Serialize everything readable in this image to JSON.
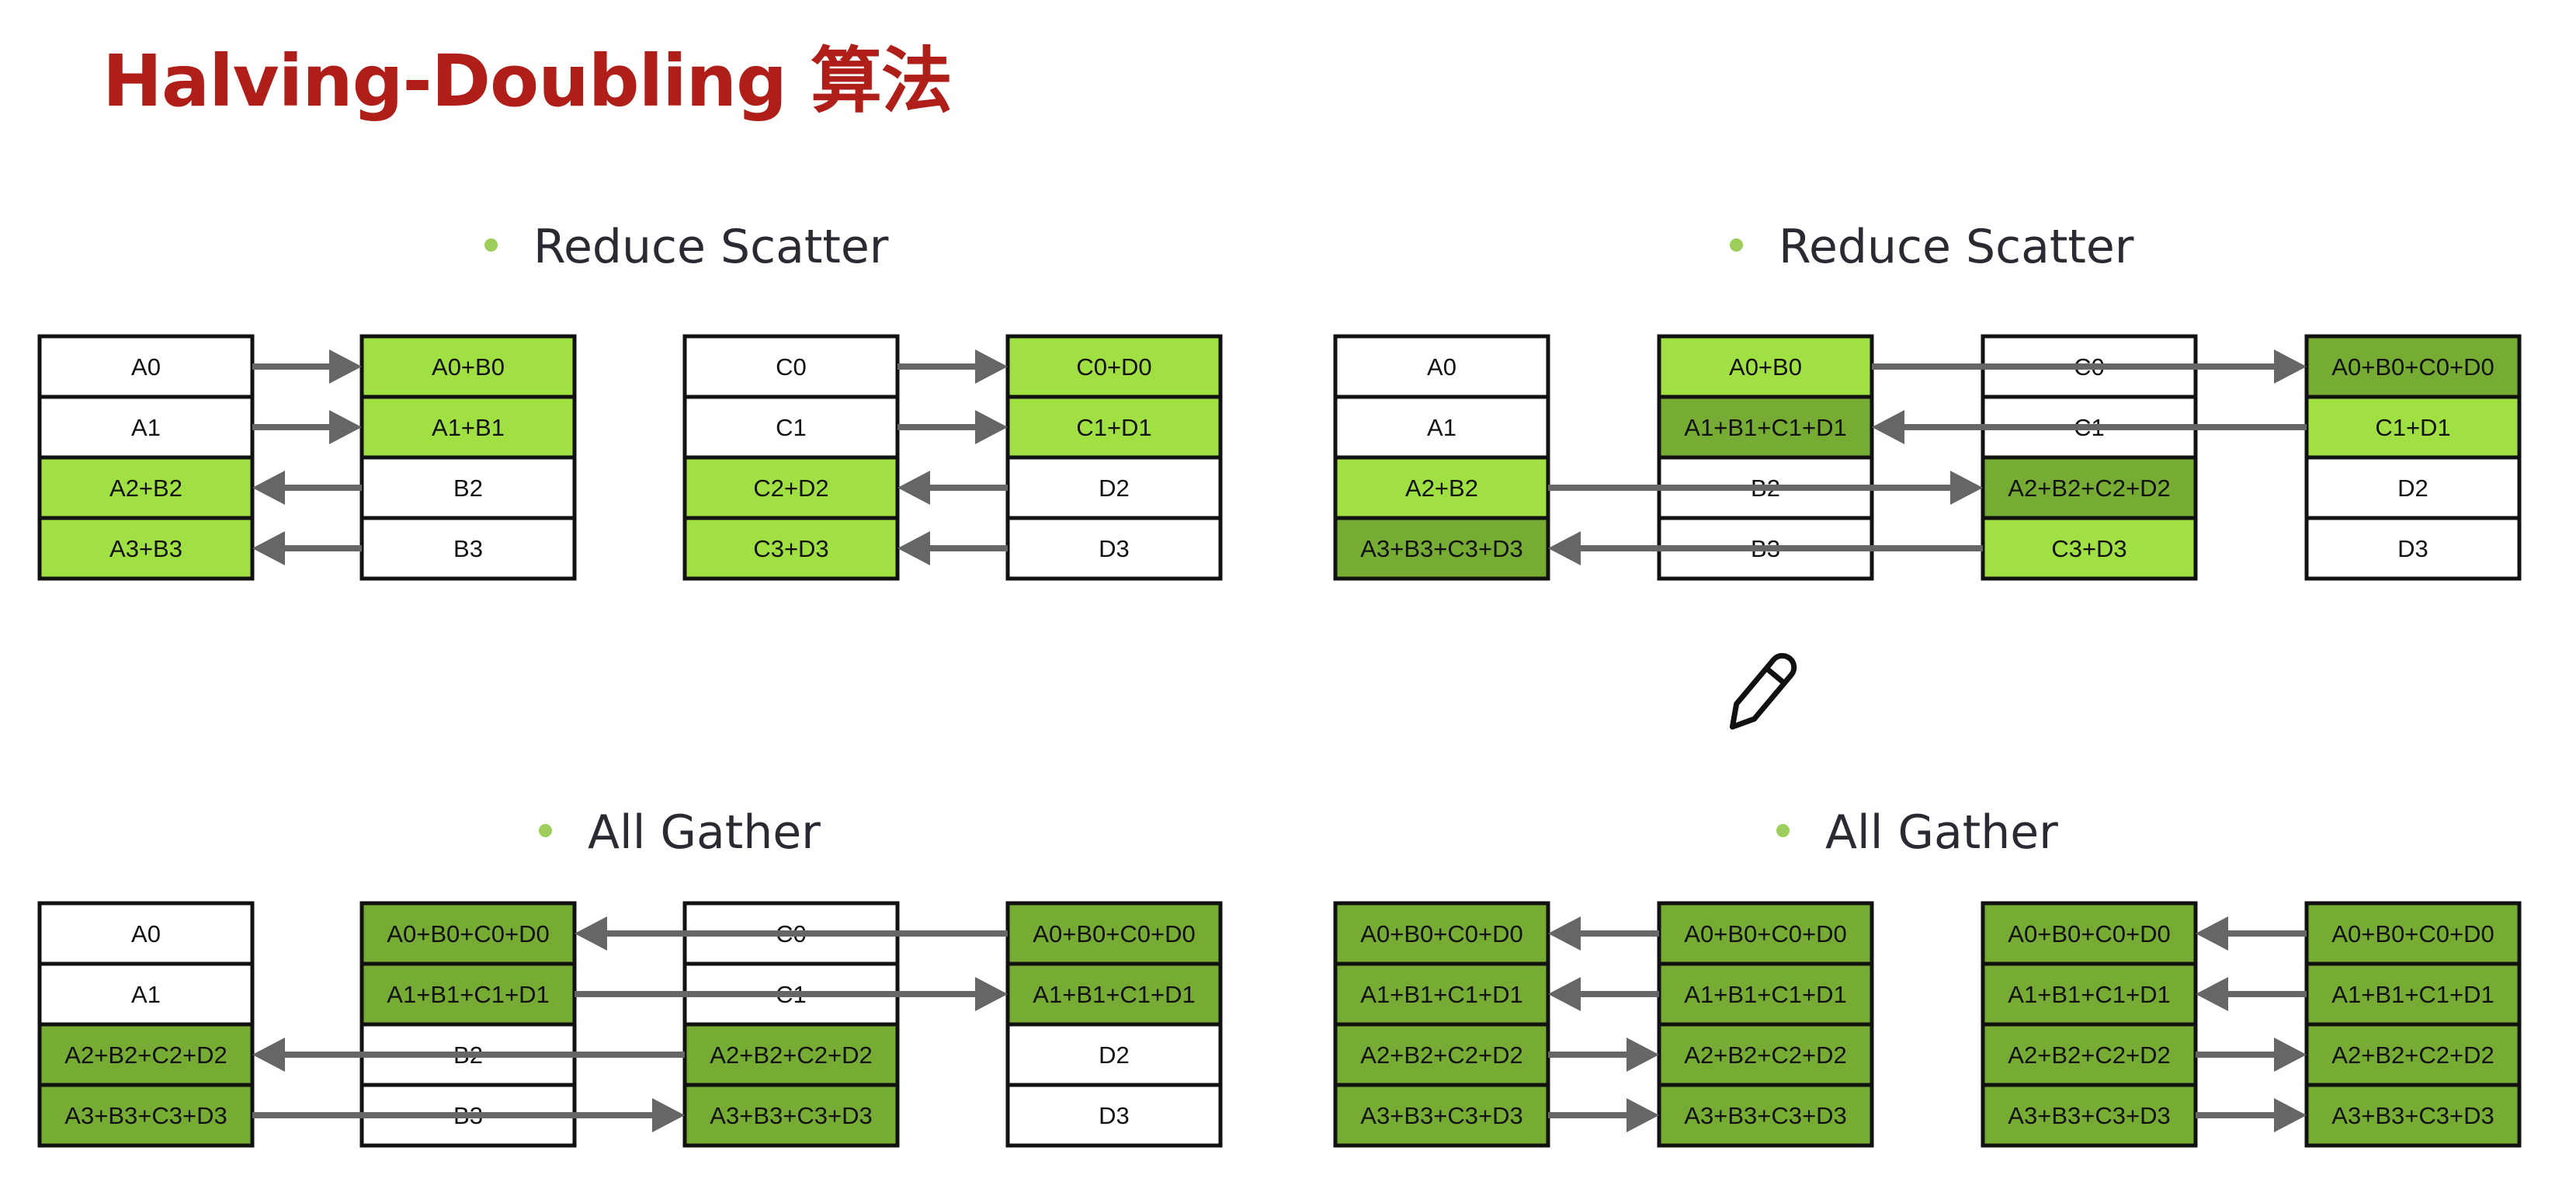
{
  "title": "Halving-Doubling 算法",
  "colors": {
    "title": "#b01e1a",
    "bullet": "#9dcd5a",
    "heading_text": "#2a2a33",
    "white": "#ffffff",
    "light_green": "#a1e043",
    "dark_green": "#76ac34",
    "border": "#111111",
    "arrow": "#666666"
  },
  "panels": [
    {
      "id": "reduce-scatter-step1",
      "heading": "Reduce Scatter",
      "columns": [
        {
          "cells": [
            {
              "text": "A0",
              "fill": "white"
            },
            {
              "text": "A1",
              "fill": "white"
            },
            {
              "text": "A2+B2",
              "fill": "light_green"
            },
            {
              "text": "A3+B3",
              "fill": "light_green"
            }
          ]
        },
        {
          "cells": [
            {
              "text": "A0+B0",
              "fill": "light_green"
            },
            {
              "text": "A1+B1",
              "fill": "light_green"
            },
            {
              "text": "B2",
              "fill": "white"
            },
            {
              "text": "B3",
              "fill": "white"
            }
          ]
        },
        {
          "cells": [
            {
              "text": "C0",
              "fill": "white"
            },
            {
              "text": "C1",
              "fill": "white"
            },
            {
              "text": "C2+D2",
              "fill": "light_green"
            },
            {
              "text": "C3+D3",
              "fill": "light_green"
            }
          ]
        },
        {
          "cells": [
            {
              "text": "C0+D0",
              "fill": "light_green"
            },
            {
              "text": "C1+D1",
              "fill": "light_green"
            },
            {
              "text": "D2",
              "fill": "white"
            },
            {
              "text": "D3",
              "fill": "white"
            }
          ]
        }
      ],
      "arrows": [
        {
          "from": 0,
          "to": 1,
          "row": 0
        },
        {
          "from": 0,
          "to": 1,
          "row": 1
        },
        {
          "from": 1,
          "to": 0,
          "row": 2
        },
        {
          "from": 1,
          "to": 0,
          "row": 3
        },
        {
          "from": 2,
          "to": 3,
          "row": 0
        },
        {
          "from": 2,
          "to": 3,
          "row": 1
        },
        {
          "from": 3,
          "to": 2,
          "row": 2
        },
        {
          "from": 3,
          "to": 2,
          "row": 3
        }
      ]
    },
    {
      "id": "reduce-scatter-step2",
      "heading": "Reduce Scatter",
      "columns": [
        {
          "cells": [
            {
              "text": "A0",
              "fill": "white"
            },
            {
              "text": "A1",
              "fill": "white"
            },
            {
              "text": "A2+B2",
              "fill": "light_green"
            },
            {
              "text": "A3+B3+C3+D3",
              "fill": "dark_green"
            }
          ]
        },
        {
          "cells": [
            {
              "text": "A0+B0",
              "fill": "light_green"
            },
            {
              "text": "A1+B1+C1+D1",
              "fill": "dark_green"
            },
            {
              "text": "B2",
              "fill": "white"
            },
            {
              "text": "B3",
              "fill": "white"
            }
          ]
        },
        {
          "cells": [
            {
              "text": "C0",
              "fill": "white"
            },
            {
              "text": "C1",
              "fill": "white"
            },
            {
              "text": "A2+B2+C2+D2",
              "fill": "dark_green"
            },
            {
              "text": "C3+D3",
              "fill": "light_green"
            }
          ]
        },
        {
          "cells": [
            {
              "text": "A0+B0+C0+D0",
              "fill": "dark_green"
            },
            {
              "text": "C1+D1",
              "fill": "light_green"
            },
            {
              "text": "D2",
              "fill": "white"
            },
            {
              "text": "D3",
              "fill": "white"
            }
          ]
        }
      ],
      "arrows": [
        {
          "from": 1,
          "to": 3,
          "row": 0
        },
        {
          "from": 3,
          "to": 1,
          "row": 1
        },
        {
          "from": 0,
          "to": 2,
          "row": 2
        },
        {
          "from": 2,
          "to": 0,
          "row": 3
        }
      ]
    },
    {
      "id": "all-gather-step1",
      "heading": "All Gather",
      "columns": [
        {
          "cells": [
            {
              "text": "A0",
              "fill": "white"
            },
            {
              "text": "A1",
              "fill": "white"
            },
            {
              "text": "A2+B2+C2+D2",
              "fill": "dark_green"
            },
            {
              "text": "A3+B3+C3+D3",
              "fill": "dark_green"
            }
          ]
        },
        {
          "cells": [
            {
              "text": "A0+B0+C0+D0",
              "fill": "dark_green"
            },
            {
              "text": "A1+B1+C1+D1",
              "fill": "dark_green"
            },
            {
              "text": "B2",
              "fill": "white"
            },
            {
              "text": "B3",
              "fill": "white"
            }
          ]
        },
        {
          "cells": [
            {
              "text": "C0",
              "fill": "white"
            },
            {
              "text": "C1",
              "fill": "white"
            },
            {
              "text": "A2+B2+C2+D2",
              "fill": "dark_green"
            },
            {
              "text": "A3+B3+C3+D3",
              "fill": "dark_green"
            }
          ]
        },
        {
          "cells": [
            {
              "text": "A0+B0+C0+D0",
              "fill": "dark_green"
            },
            {
              "text": "A1+B1+C1+D1",
              "fill": "dark_green"
            },
            {
              "text": "D2",
              "fill": "white"
            },
            {
              "text": "D3",
              "fill": "white"
            }
          ]
        }
      ],
      "arrows": [
        {
          "from": 3,
          "to": 1,
          "row": 0
        },
        {
          "from": 1,
          "to": 3,
          "row": 1
        },
        {
          "from": 2,
          "to": 0,
          "row": 2
        },
        {
          "from": 0,
          "to": 2,
          "row": 3
        }
      ]
    },
    {
      "id": "all-gather-step2",
      "heading": "All Gather",
      "columns": [
        {
          "cells": [
            {
              "text": "A0+B0+C0+D0",
              "fill": "dark_green"
            },
            {
              "text": "A1+B1+C1+D1",
              "fill": "dark_green"
            },
            {
              "text": "A2+B2+C2+D2",
              "fill": "dark_green"
            },
            {
              "text": "A3+B3+C3+D3",
              "fill": "dark_green"
            }
          ]
        },
        {
          "cells": [
            {
              "text": "A0+B0+C0+D0",
              "fill": "dark_green"
            },
            {
              "text": "A1+B1+C1+D1",
              "fill": "dark_green"
            },
            {
              "text": "A2+B2+C2+D2",
              "fill": "dark_green"
            },
            {
              "text": "A3+B3+C3+D3",
              "fill": "dark_green"
            }
          ]
        },
        {
          "cells": [
            {
              "text": "A0+B0+C0+D0",
              "fill": "dark_green"
            },
            {
              "text": "A1+B1+C1+D1",
              "fill": "dark_green"
            },
            {
              "text": "A2+B2+C2+D2",
              "fill": "dark_green"
            },
            {
              "text": "A3+B3+C3+D3",
              "fill": "dark_green"
            }
          ]
        },
        {
          "cells": [
            {
              "text": "A0+B0+C0+D0",
              "fill": "dark_green"
            },
            {
              "text": "A1+B1+C1+D1",
              "fill": "dark_green"
            },
            {
              "text": "A2+B2+C2+D2",
              "fill": "dark_green"
            },
            {
              "text": "A3+B3+C3+D3",
              "fill": "dark_green"
            }
          ]
        }
      ],
      "arrows": [
        {
          "from": 1,
          "to": 0,
          "row": 0
        },
        {
          "from": 1,
          "to": 0,
          "row": 1
        },
        {
          "from": 0,
          "to": 1,
          "row": 2
        },
        {
          "from": 0,
          "to": 1,
          "row": 3
        },
        {
          "from": 3,
          "to": 2,
          "row": 0
        },
        {
          "from": 3,
          "to": 2,
          "row": 1
        },
        {
          "from": 2,
          "to": 3,
          "row": 2
        },
        {
          "from": 2,
          "to": 3,
          "row": 3
        }
      ]
    }
  ],
  "cursor_icon": "pencil-icon"
}
